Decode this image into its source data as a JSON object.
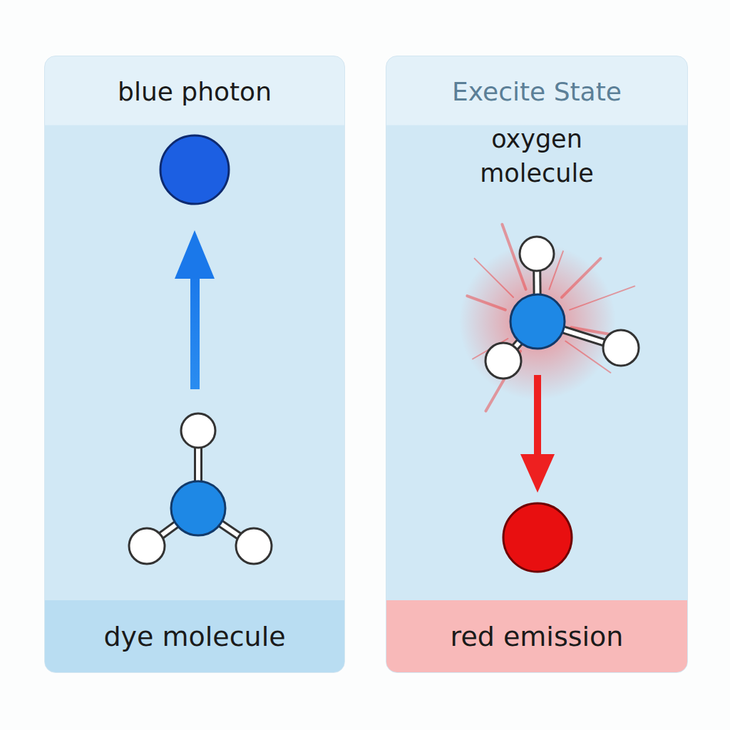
{
  "diagram": {
    "nodes": [
      {
        "text": [
          "blue photon"
        ]
      },
      {
        "text": [
          "dye molecule"
        ],
        "in": 0
      },
      {
        "text": [
          "Execite State",
          "oxygen molecule"
        ]
      },
      {
        "text": [
          "red emission"
        ],
        "in": 2
      }
    ]
  }
}
